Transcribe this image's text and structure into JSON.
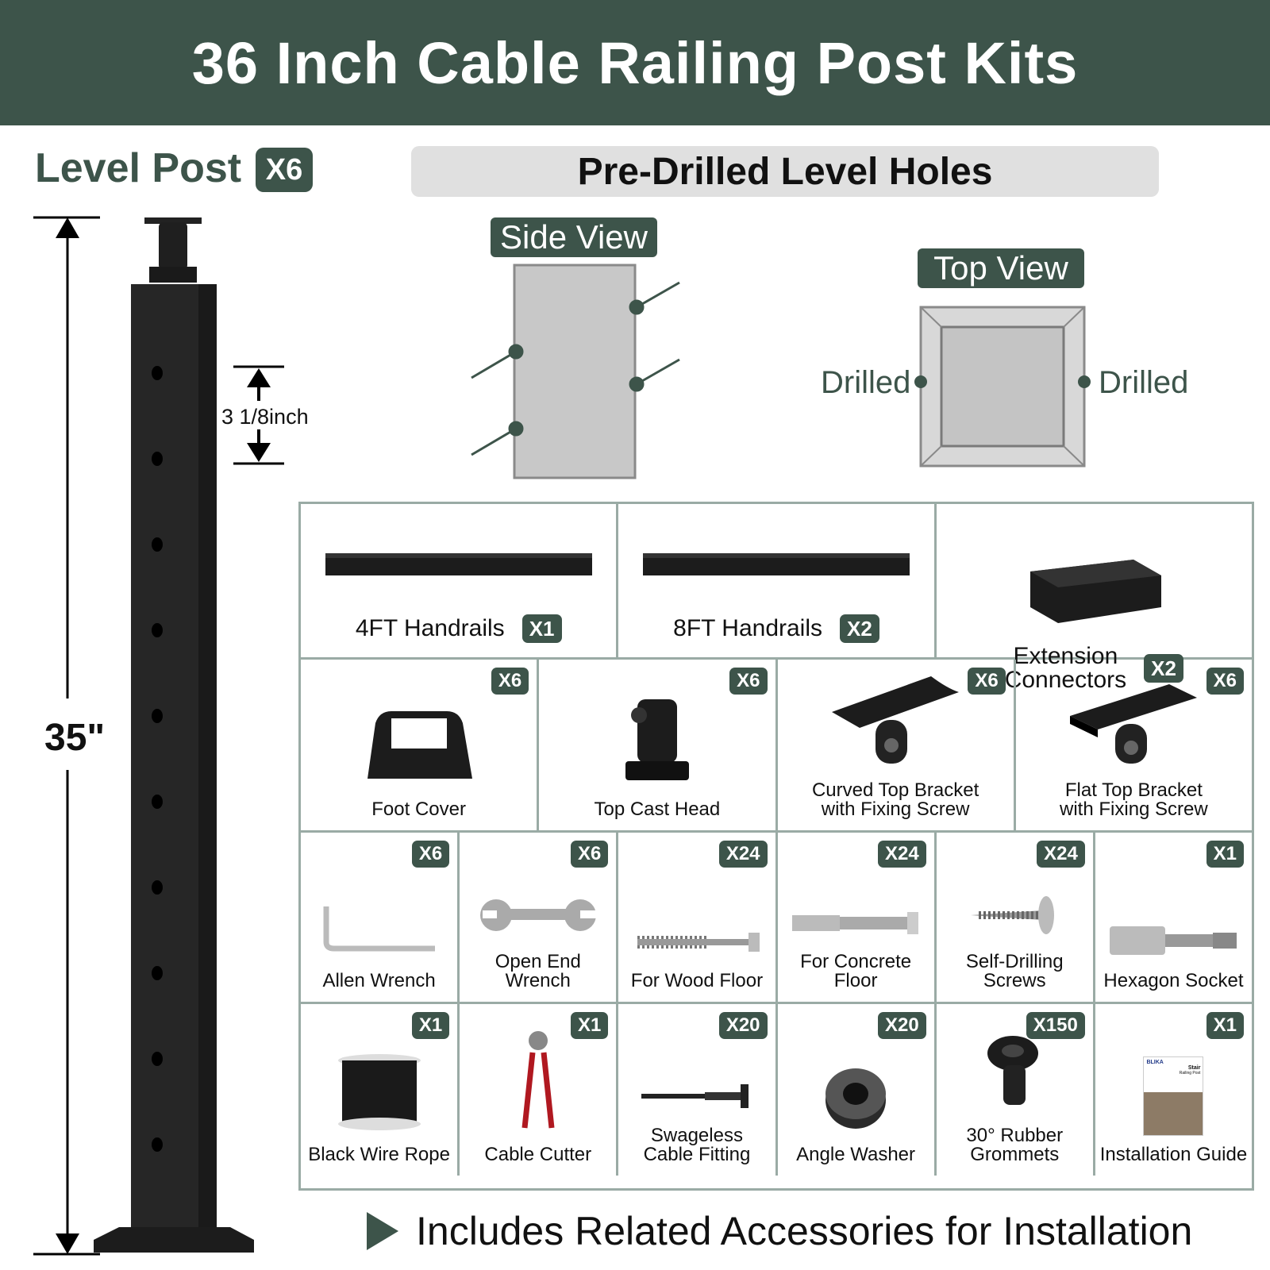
{
  "title": "36 Inch Cable Railing Post Kits",
  "accent_color": "#3d544a",
  "level_post": {
    "label": "Level Post",
    "qty": "X6",
    "height": "35\"",
    "spacing": "3 1/8inch"
  },
  "holes": {
    "banner": "Pre-Drilled Level Holes",
    "side_view": "Side View",
    "top_view": "Top View",
    "drilled_left": "Drilled",
    "drilled_right": "Drilled"
  },
  "rows": [
    [
      {
        "name": "4FT Handrails",
        "qty": "X1",
        "icon": "handrail-icon"
      },
      {
        "name": "8FT Handrails",
        "qty": "X2",
        "icon": "handrail-icon"
      },
      {
        "name": "Extension\nConnectors",
        "qty": "X2",
        "icon": "connector-block-icon"
      }
    ],
    [
      {
        "name": "Foot Cover",
        "qty": "X6",
        "icon": "foot-cover-icon"
      },
      {
        "name": "Top Cast Head",
        "qty": "X6",
        "icon": "cast-head-icon"
      },
      {
        "name": "Curved Top Bracket\nwith Fixing Screw",
        "qty": "X6",
        "icon": "curved-bracket-icon"
      },
      {
        "name": "Flat Top Bracket\nwith Fixing Screw",
        "qty": "X6",
        "icon": "flat-bracket-icon"
      }
    ],
    [
      {
        "name": "Allen Wrench",
        "qty": "X6",
        "icon": "allen-wrench-icon"
      },
      {
        "name": "Open End\nWrench",
        "qty": "X6",
        "icon": "wrench-icon"
      },
      {
        "name": "For Wood Floor",
        "qty": "X24",
        "icon": "lag-screw-icon"
      },
      {
        "name": "For Concrete\nFloor",
        "qty": "X24",
        "icon": "anchor-bolt-icon"
      },
      {
        "name": "Self-Drilling\nScrews",
        "qty": "X24",
        "icon": "self-drilling-screw-icon"
      },
      {
        "name": "Hexagon Socket",
        "qty": "X1",
        "icon": "hex-socket-icon"
      }
    ],
    [
      {
        "name": "Black Wire Rope",
        "qty": "X1",
        "icon": "wire-rope-spool-icon"
      },
      {
        "name": "Cable Cutter",
        "qty": "X1",
        "icon": "cable-cutter-icon"
      },
      {
        "name": "Swageless\nCable Fitting",
        "qty": "X20",
        "icon": "cable-fitting-icon"
      },
      {
        "name": "Angle Washer",
        "qty": "X20",
        "icon": "washer-icon"
      },
      {
        "name": "30° Rubber\nGrommets",
        "qty": "X150",
        "icon": "grommet-icon"
      },
      {
        "name": "Installation Guide",
        "qty": "X1",
        "icon": "guide-booklet-icon"
      }
    ]
  ],
  "guide_cover": {
    "brand": "BLIKA",
    "title": "Stair",
    "subtitle": "Railing Post"
  },
  "footer": "Includes Related Accessories for Installation"
}
